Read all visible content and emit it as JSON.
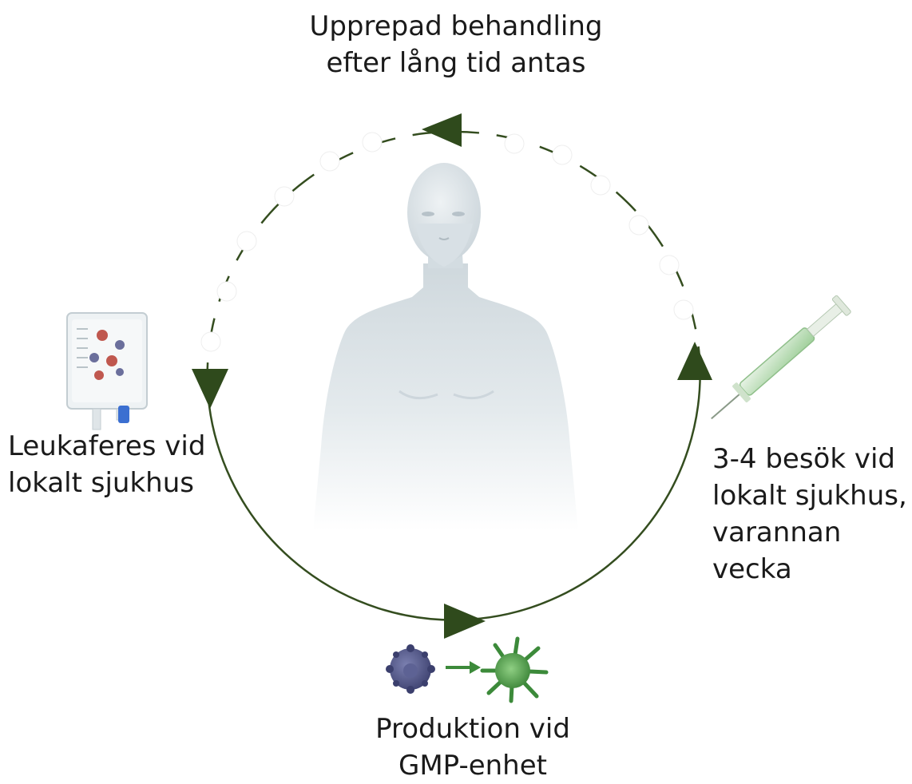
{
  "labels": {
    "top": {
      "line1": "Upprepad behandling",
      "line2": "efter lång tid antas"
    },
    "left": {
      "line1": "Leukaferes vid",
      "line2": "lokalt sjukhus"
    },
    "right": {
      "line1": "3-4 besök vid",
      "line2": "lokalt sjukhus,",
      "line3": "varannan",
      "line4": "vecka"
    },
    "bottom": {
      "line1": "Produktion vid",
      "line2": "GMP-enhet"
    }
  },
  "icons": {
    "center": "human-torso-icon",
    "left": "blood-bag-icon",
    "right": "syringe-icon",
    "bottom_from": "immune-cell-icon",
    "bottom_to": "dendritic-cell-icon",
    "bottom_arrow": "arrow-right-icon"
  },
  "colors": {
    "cycle": "#344d1f",
    "arrowhead": "#2f4a1c",
    "dendritic_cell": "#3c8a3a",
    "immune_cell": "#4b4f80",
    "body": "#dfe6ea"
  }
}
